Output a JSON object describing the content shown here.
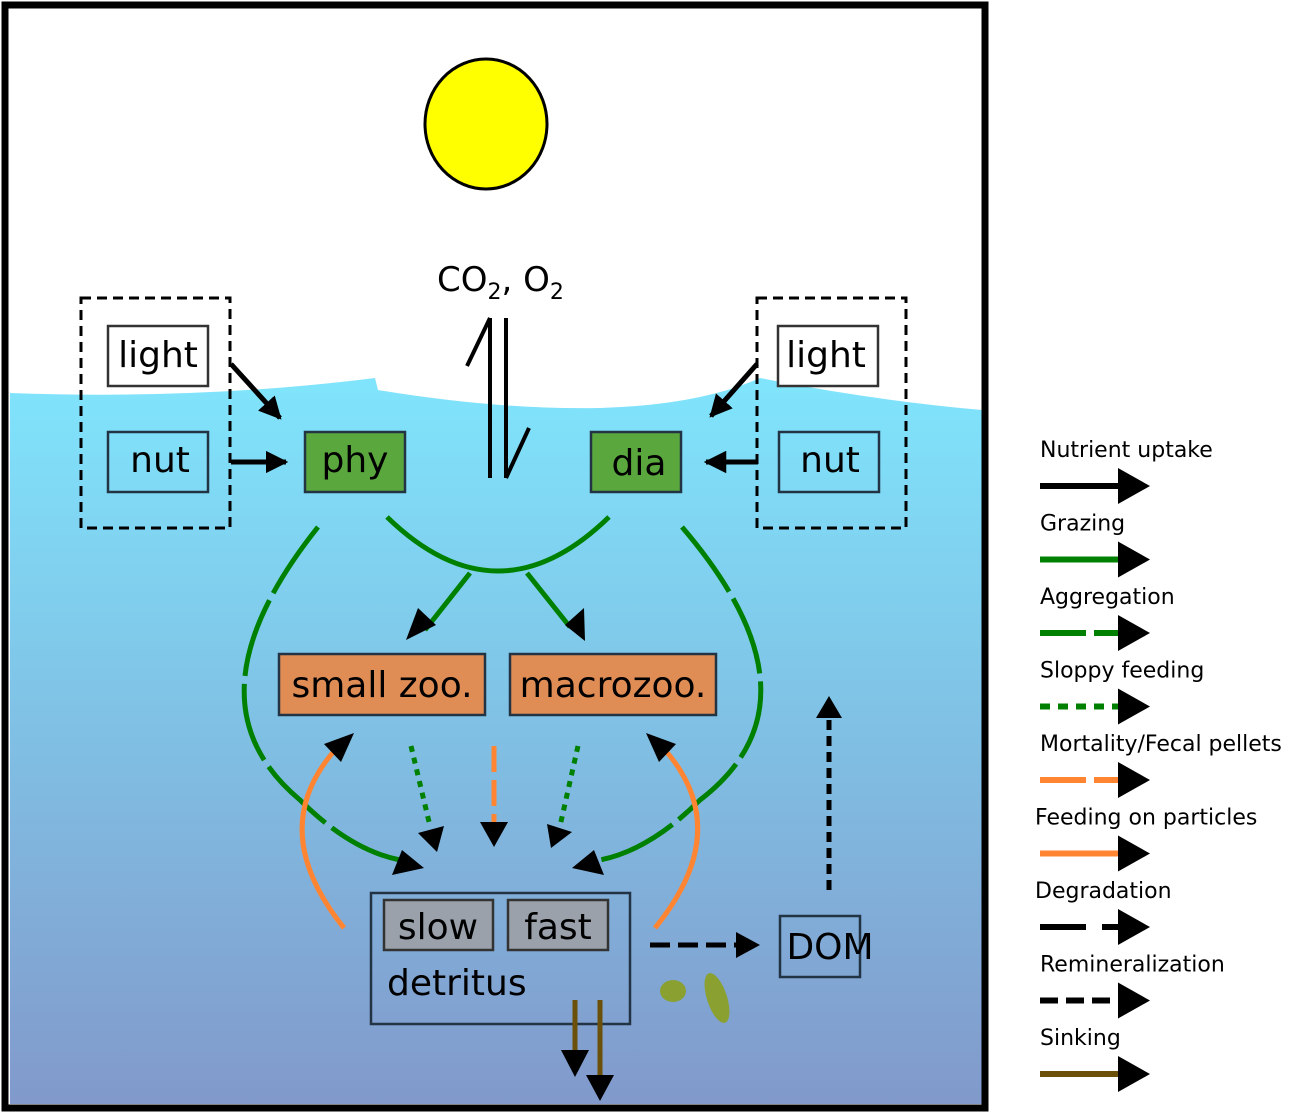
{
  "diagram": {
    "title_gas": {
      "prefix": "CO",
      "sub1": "2",
      "mid": ", O",
      "sub2": "2"
    },
    "left_inputs": {
      "light": "light",
      "nut": "nut"
    },
    "right_inputs": {
      "light": "light",
      "nut": "nut"
    },
    "phytoplankton": {
      "phy": "phy",
      "dia": "dia"
    },
    "zooplankton": {
      "small": "small zoo.",
      "macro": "macrozoo."
    },
    "detritus": {
      "label": "detritus",
      "slow": "slow",
      "fast": "fast"
    },
    "dom": "DOM"
  },
  "legend": {
    "items": [
      {
        "label": "Nutrient uptake",
        "style": "solid",
        "color": "#000000"
      },
      {
        "label": "Grazing",
        "style": "solid",
        "color": "#008000"
      },
      {
        "label": "Aggregation",
        "style": "dashed",
        "color": "#008000"
      },
      {
        "label": "Sloppy feeding",
        "style": "dotted",
        "color": "#008000"
      },
      {
        "label": "Mortality/Fecal pellets",
        "style": "dashed",
        "color": "#ff8533"
      },
      {
        "label": "Feeding on particles",
        "style": "solid",
        "color": "#ff8533"
      },
      {
        "label": "Degradation",
        "style": "dashed-long",
        "color": "#000000"
      },
      {
        "label": "Remineralization",
        "style": "dashed-short",
        "color": "#000000"
      },
      {
        "label": "Sinking",
        "style": "solid",
        "color": "#6b5009"
      }
    ]
  },
  "colors": {
    "sun": "#ffff00",
    "water_top": "#80e5fc",
    "water_bottom": "#8199cb",
    "phyto_box": "#5aa73e",
    "zoo_box": "#e08c55",
    "detritus_pool": "#9aa1aa",
    "grazing": "#008000",
    "particles": "#ff8533",
    "sinking": "#6b5009",
    "aggregate_blob": "#8aa030"
  }
}
